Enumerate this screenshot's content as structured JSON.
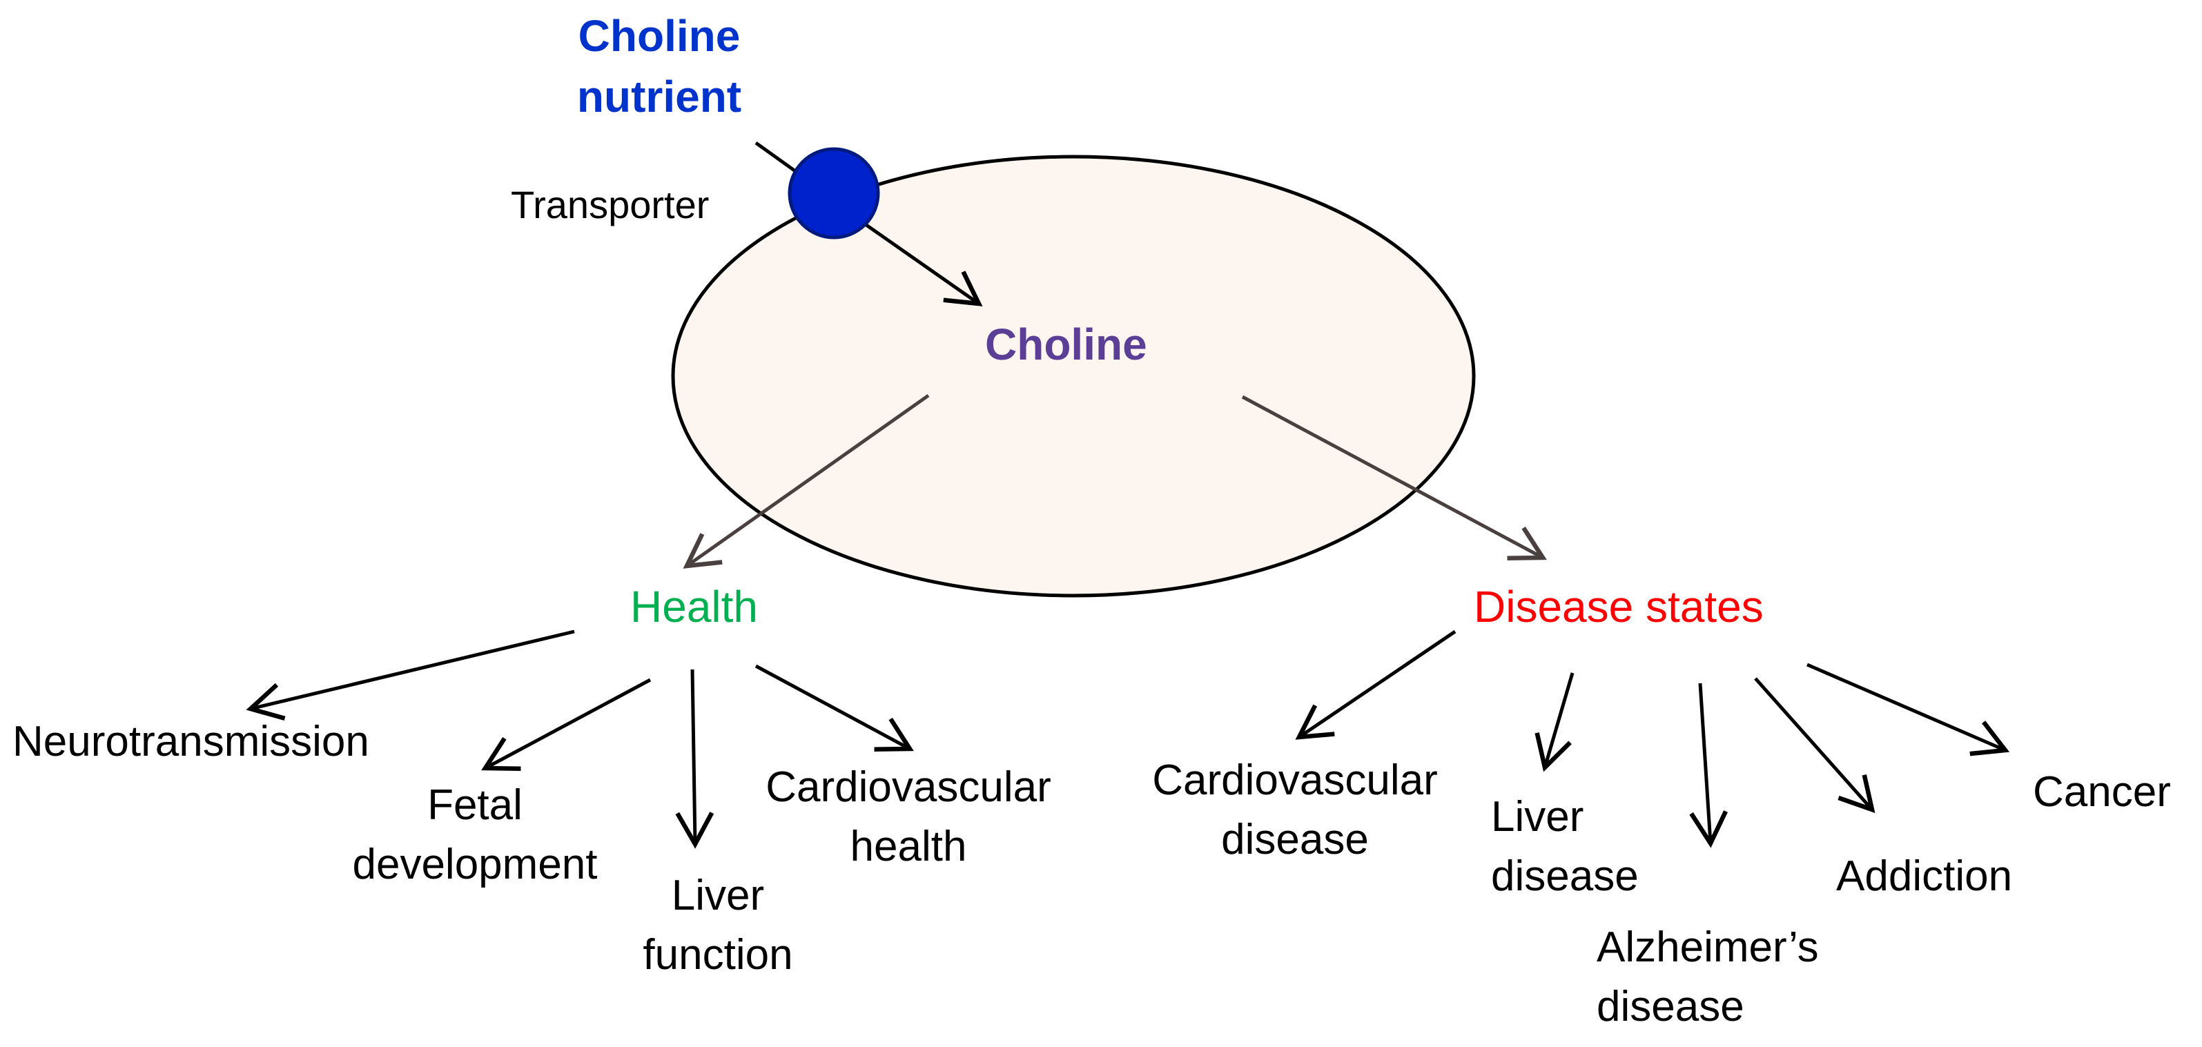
{
  "colors": {
    "nutrient": "#0033cc",
    "transporter_fill": "#0022cc",
    "transporter_stroke": "#001a80",
    "cell_fill": "#fdf5ef",
    "cell_stroke": "#000000",
    "choline": "#5b3e96",
    "health": "#00b050",
    "disease": "#ff0000",
    "text": "#000000",
    "arrow": "#000000",
    "arrow_muted": "#4a4040"
  },
  "nodes": {
    "nutrient": {
      "line1": "Choline",
      "line2": "nutrient"
    },
    "transporter": "Transporter",
    "choline": "Choline",
    "health": "Health",
    "disease": "Disease states"
  },
  "health_outcomes": {
    "neurotransmission": {
      "line1": "Neurotransmission"
    },
    "fetal": {
      "line1": "Fetal",
      "line2": "development"
    },
    "liver": {
      "line1": "Liver",
      "line2": "function"
    },
    "cardio": {
      "line1": "Cardiovascular",
      "line2": "health"
    }
  },
  "disease_outcomes": {
    "cardio": {
      "line1": "Cardiovascular",
      "line2": "disease"
    },
    "liver": {
      "line1": "Liver",
      "line2": "disease"
    },
    "alzheimers": {
      "line1": "Alzheimer’s",
      "line2": "disease"
    },
    "addiction": {
      "line1": "Addiction"
    },
    "cancer": {
      "line1": "Cancer"
    }
  }
}
